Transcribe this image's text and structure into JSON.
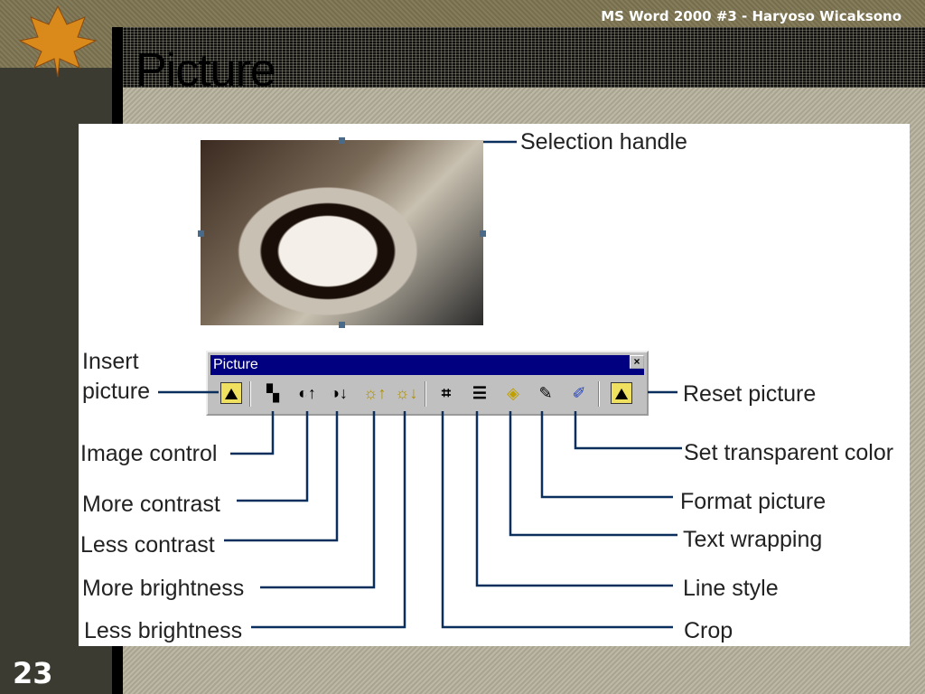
{
  "header": "MS Word 2000 #3 - Haryoso Wicaksono",
  "title": "Picture",
  "slide_number": "23",
  "toolbar": {
    "title": "Picture",
    "close": "×"
  },
  "labels": {
    "selection_handle": "Selection handle",
    "insert_picture_1": "Insert",
    "insert_picture_2": "picture",
    "image_control": "Image control",
    "more_contrast": "More contrast",
    "less_contrast": "Less contrast",
    "more_brightness": "More brightness",
    "less_brightness": "Less brightness",
    "reset_picture": "Reset picture",
    "set_transparent_color": "Set transparent color",
    "format_picture": "Format picture",
    "text_wrapping": "Text wrapping",
    "line_style": "Line style",
    "crop": "Crop"
  },
  "colors": {
    "callout": "#0a2f5c",
    "titlebar": "#000080"
  }
}
